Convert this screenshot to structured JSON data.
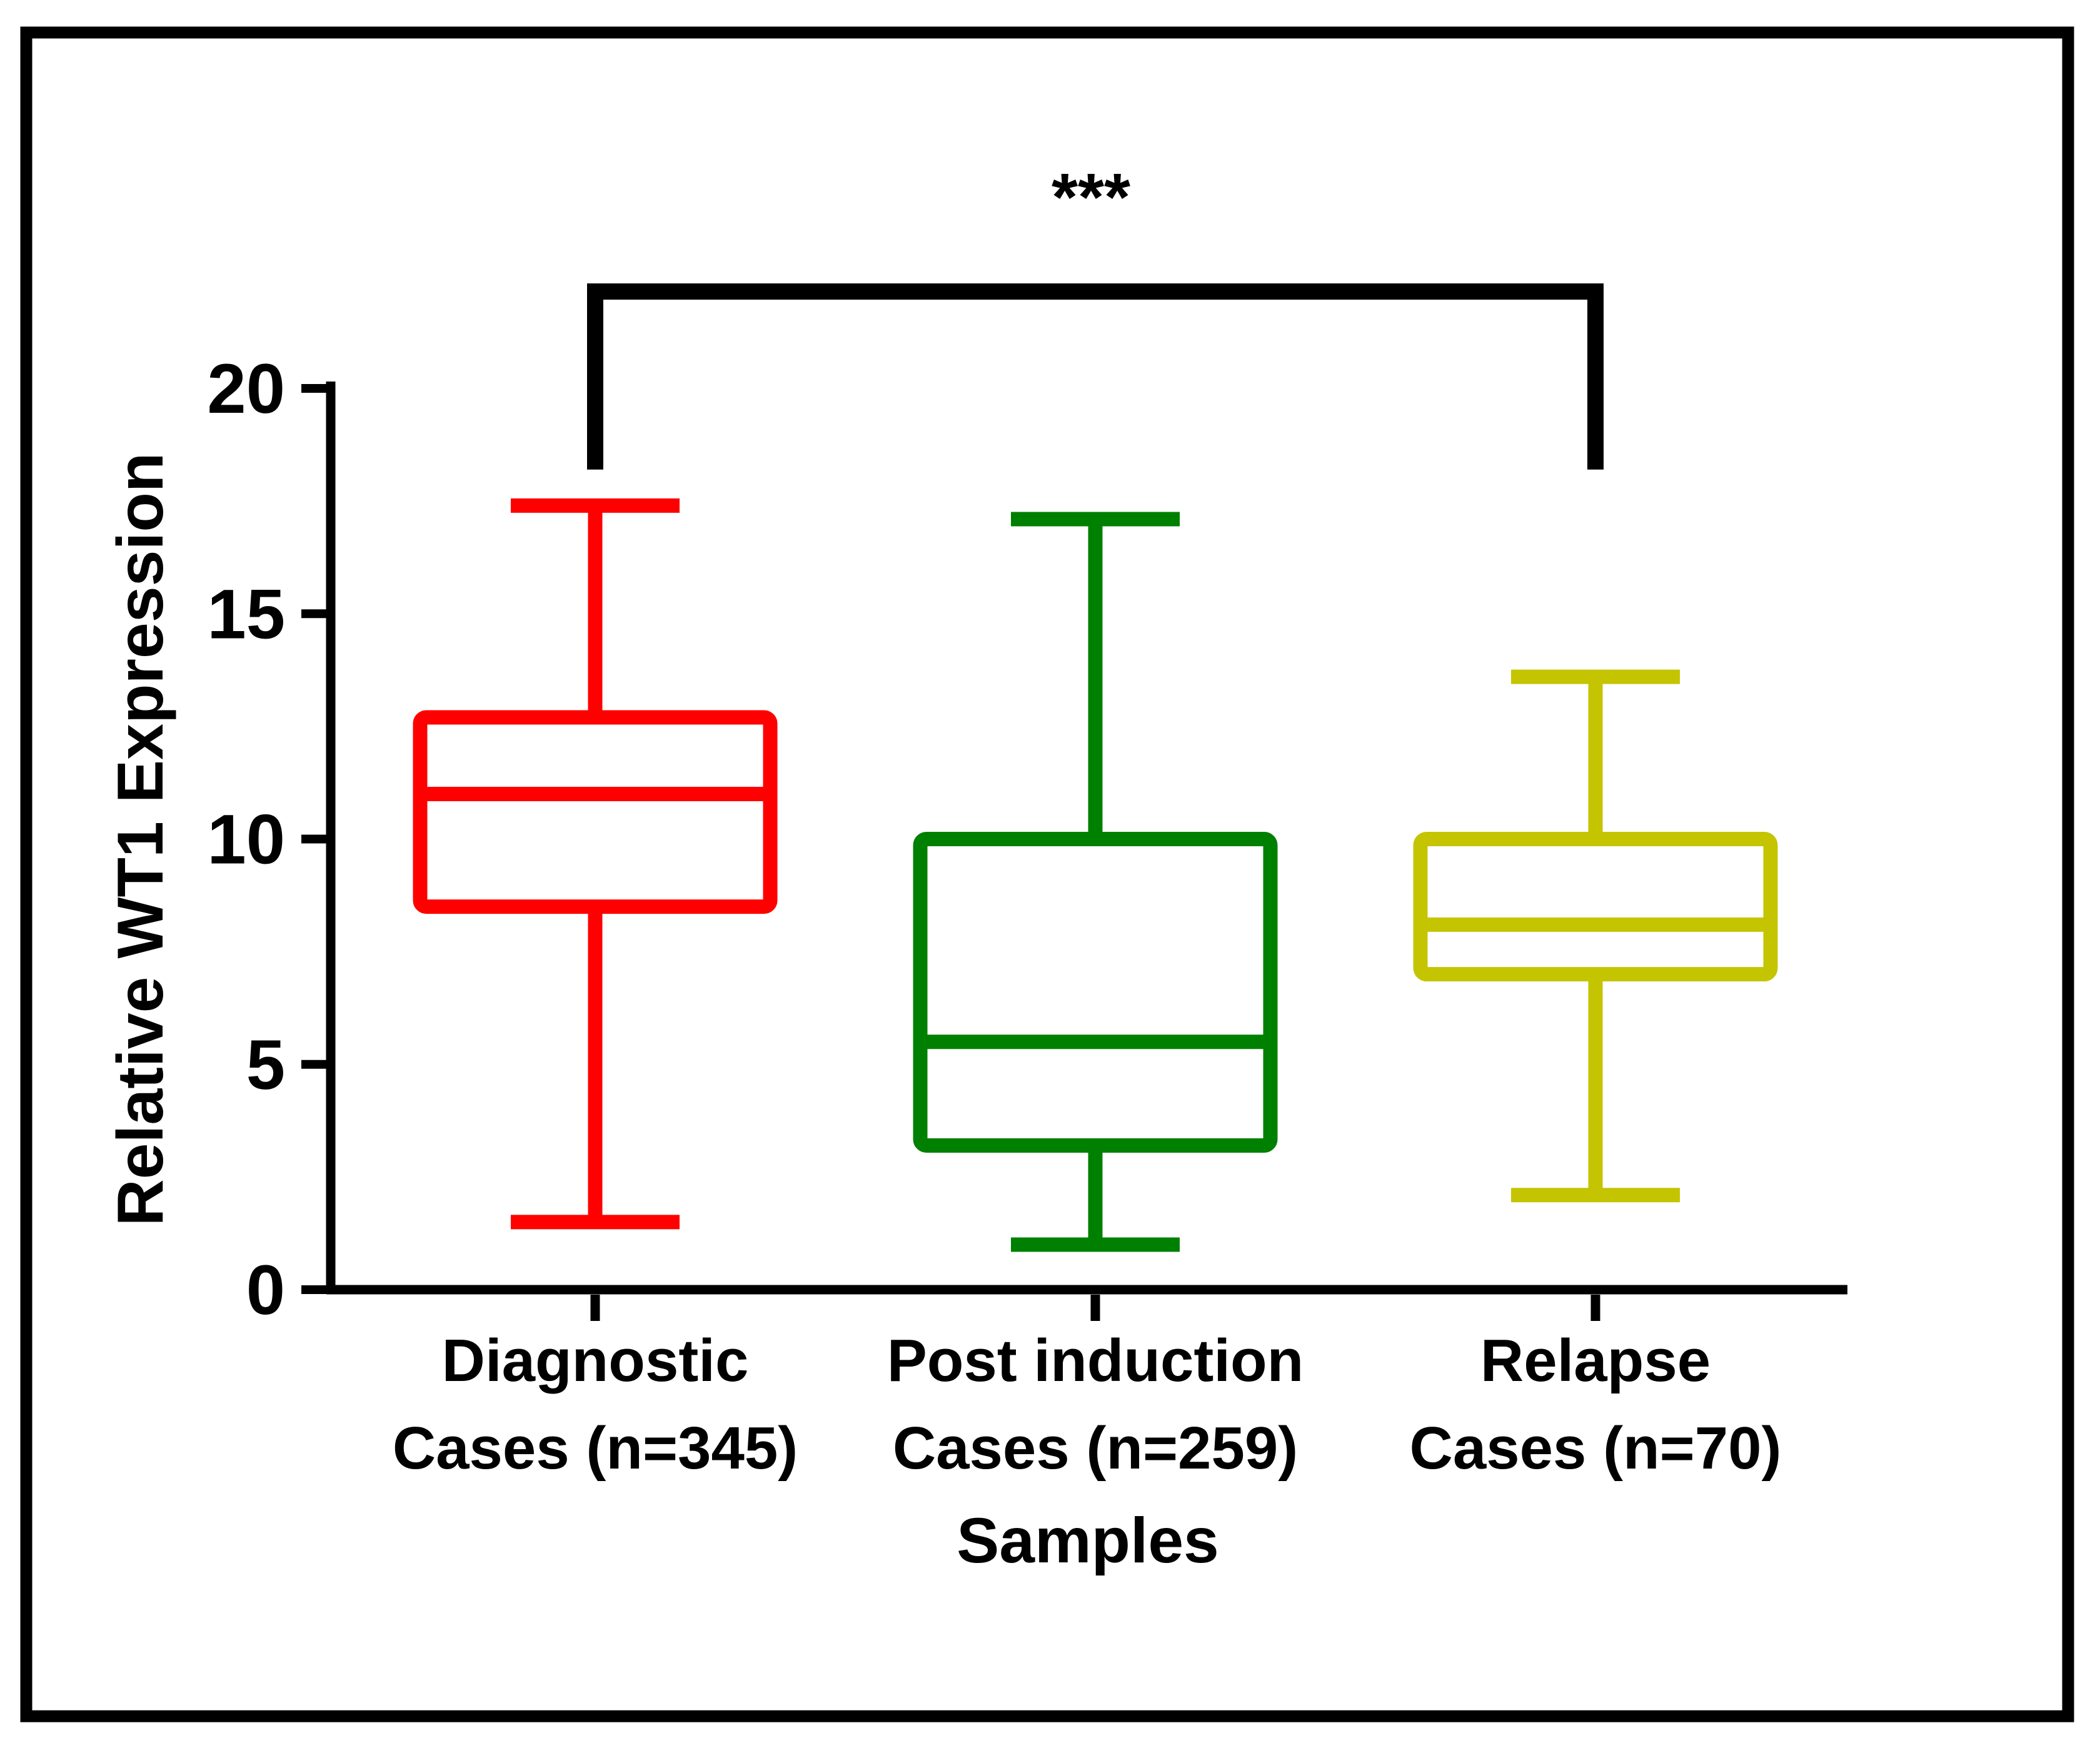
{
  "figure": {
    "background": "#FFFFFF",
    "frame_color": "#000000",
    "axis_color": "#000000"
  },
  "chart_data": {
    "type": "boxplot",
    "title": "",
    "xlabel": "Samples",
    "ylabel": "Relative WT1 Expression",
    "ylim": [
      0,
      20
    ],
    "yticks": [
      0,
      5,
      10,
      15,
      20
    ],
    "grid": false,
    "legend": null,
    "series": [
      {
        "name": "Diagnostic Cases (n=345)",
        "label_lines": [
          "Diagnostic",
          "Cases (n=345)"
        ],
        "color": "#FF0000",
        "whisker_min": 1.5,
        "q1": 8.5,
        "median": 11.0,
        "q3": 12.7,
        "whisker_max": 17.4
      },
      {
        "name": "Post induction Cases (n=259)",
        "label_lines": [
          "Post induction",
          "Cases (n=259)"
        ],
        "color": "#008000",
        "whisker_min": 1.0,
        "q1": 3.2,
        "median": 5.5,
        "q3": 10.0,
        "whisker_max": 17.1
      },
      {
        "name": "Relapse Cases (n=70)",
        "label_lines": [
          "Relapse",
          "Cases (n=70)"
        ],
        "color": "#C4C400",
        "whisker_min": 2.1,
        "q1": 7.0,
        "median": 8.1,
        "q3": 10.0,
        "whisker_max": 13.6
      }
    ],
    "significance": {
      "label": "***",
      "from_index": 0,
      "to_index": 2,
      "bar_value": 22.15,
      "leg_bottom_value": 18.2
    }
  }
}
